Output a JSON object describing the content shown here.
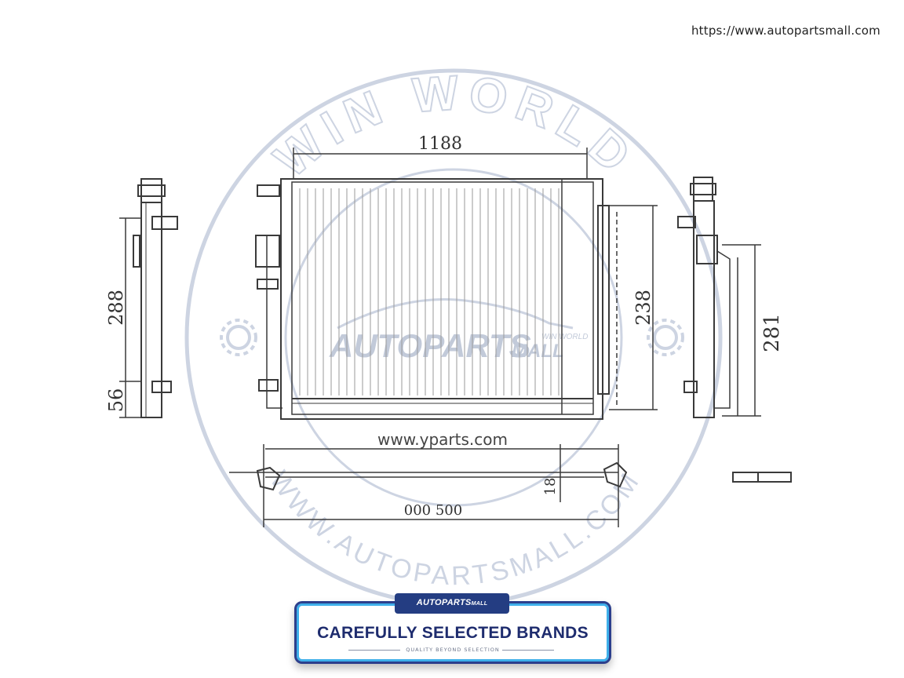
{
  "header": {
    "url": "https://www.autopartsmall.com"
  },
  "watermark": {
    "ring_top_text": "WIN WORLD",
    "ring_bottom_text": "WWW.AUTOPARTSMALL.COM",
    "center_logo": "AUTOPARTS",
    "center_logo_small": "MALL",
    "center_tag": "WIN WORLD"
  },
  "diagram": {
    "dim_top": "1188",
    "dim_left_height": "288",
    "dim_left_bottom": "56",
    "dim_right_height": "238",
    "dim_side_height": "281",
    "dim_bottom_length": "000 500",
    "dim_bottom_small": "18",
    "yparts_url": "www.yparts.com"
  },
  "banner": {
    "logo": "AUTOPARTS",
    "logo_small": "MALL",
    "title": "CAREFULLY SELECTED BRANDS",
    "subtitle": "QUALITY BEYOND SELECTION"
  },
  "colors": {
    "watermark": "#c9d0de",
    "line": "#3a3a3a",
    "banner_border": "#2c3f8c",
    "banner_accent": "#3fb0ea"
  }
}
